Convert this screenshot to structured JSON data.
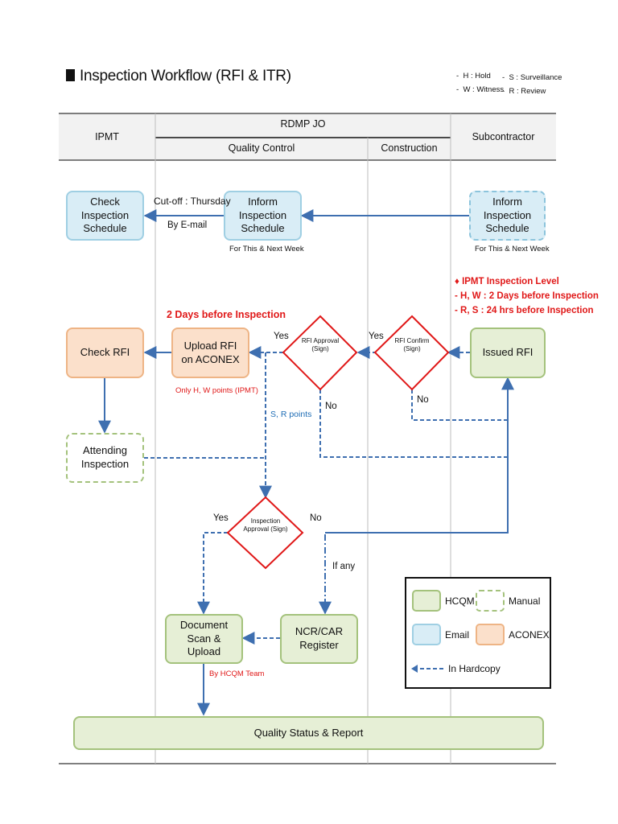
{
  "header": {
    "title": "Inspection Workflow (RFI & ITR)",
    "key": {
      "hold": "H : Hold",
      "witness": "W : Witness",
      "surveillance": "S : Surveillance",
      "review": "R : Review"
    },
    "key_bullet": "-"
  },
  "lanes": {
    "ipmt": "IPMT",
    "rdmp": "RDMP JO",
    "quality_control": "Quality Control",
    "construction": "Construction",
    "subcontractor": "Subcontractor"
  },
  "nodes": {
    "check_schedule": "Check Inspection Schedule",
    "inform_schedule_qc": "Inform Inspection Schedule",
    "inform_schedule_sub": "Inform Inspection Schedule",
    "check_rfi": "Check RFI",
    "upload_rfi": "Upload RFI on ACONEX",
    "rfi_approval": "RFI Approval (Sign)",
    "rfi_confirm": "RFI Confirm (Sign)",
    "issued_rfi": "Issued RFI",
    "attending": "Attending Inspection",
    "inspection_approval": "Inspection Approval (Sign)",
    "ncr_car": "NCR/CAR Register",
    "document_scan": "Document Scan & Upload",
    "quality_status": "Quality Status & Report"
  },
  "labels": {
    "cutoff": "Cut-off : Thursday",
    "by_email": "By E-mail",
    "for_this_week_qc": "For This & Next Week",
    "for_this_week_sub": "For This & Next Week",
    "two_days": "2 Days before Inspection",
    "ipmt_level": "♦ IPMT Inspection Level",
    "hw_level": "- H, W : 2 Days before Inspection",
    "rs_level": "- R, S : 24 hrs before Inspection",
    "only_hw": "Only H, W points (IPMT)",
    "sr_points": "S, R points",
    "yes_approval": "Yes",
    "yes_confirm": "Yes",
    "no_approval": "No",
    "no_confirm": "No",
    "yes_inspection": "Yes",
    "no_inspection": "No",
    "if_any": "If any",
    "by_hcqm": "By HCQM Team"
  },
  "legend": {
    "hcqm": "HCQM",
    "manual": "Manual",
    "email": "Email",
    "aconex": "ACONEX",
    "hardcopy": "In Hardcopy"
  },
  "colors": {
    "flow_blue": "#3e6fb0",
    "decision_red": "#e01818",
    "email_fill": "#d9edf6",
    "hcqm_fill": "#e6efd6",
    "aconex_fill": "#fbe0cb"
  }
}
